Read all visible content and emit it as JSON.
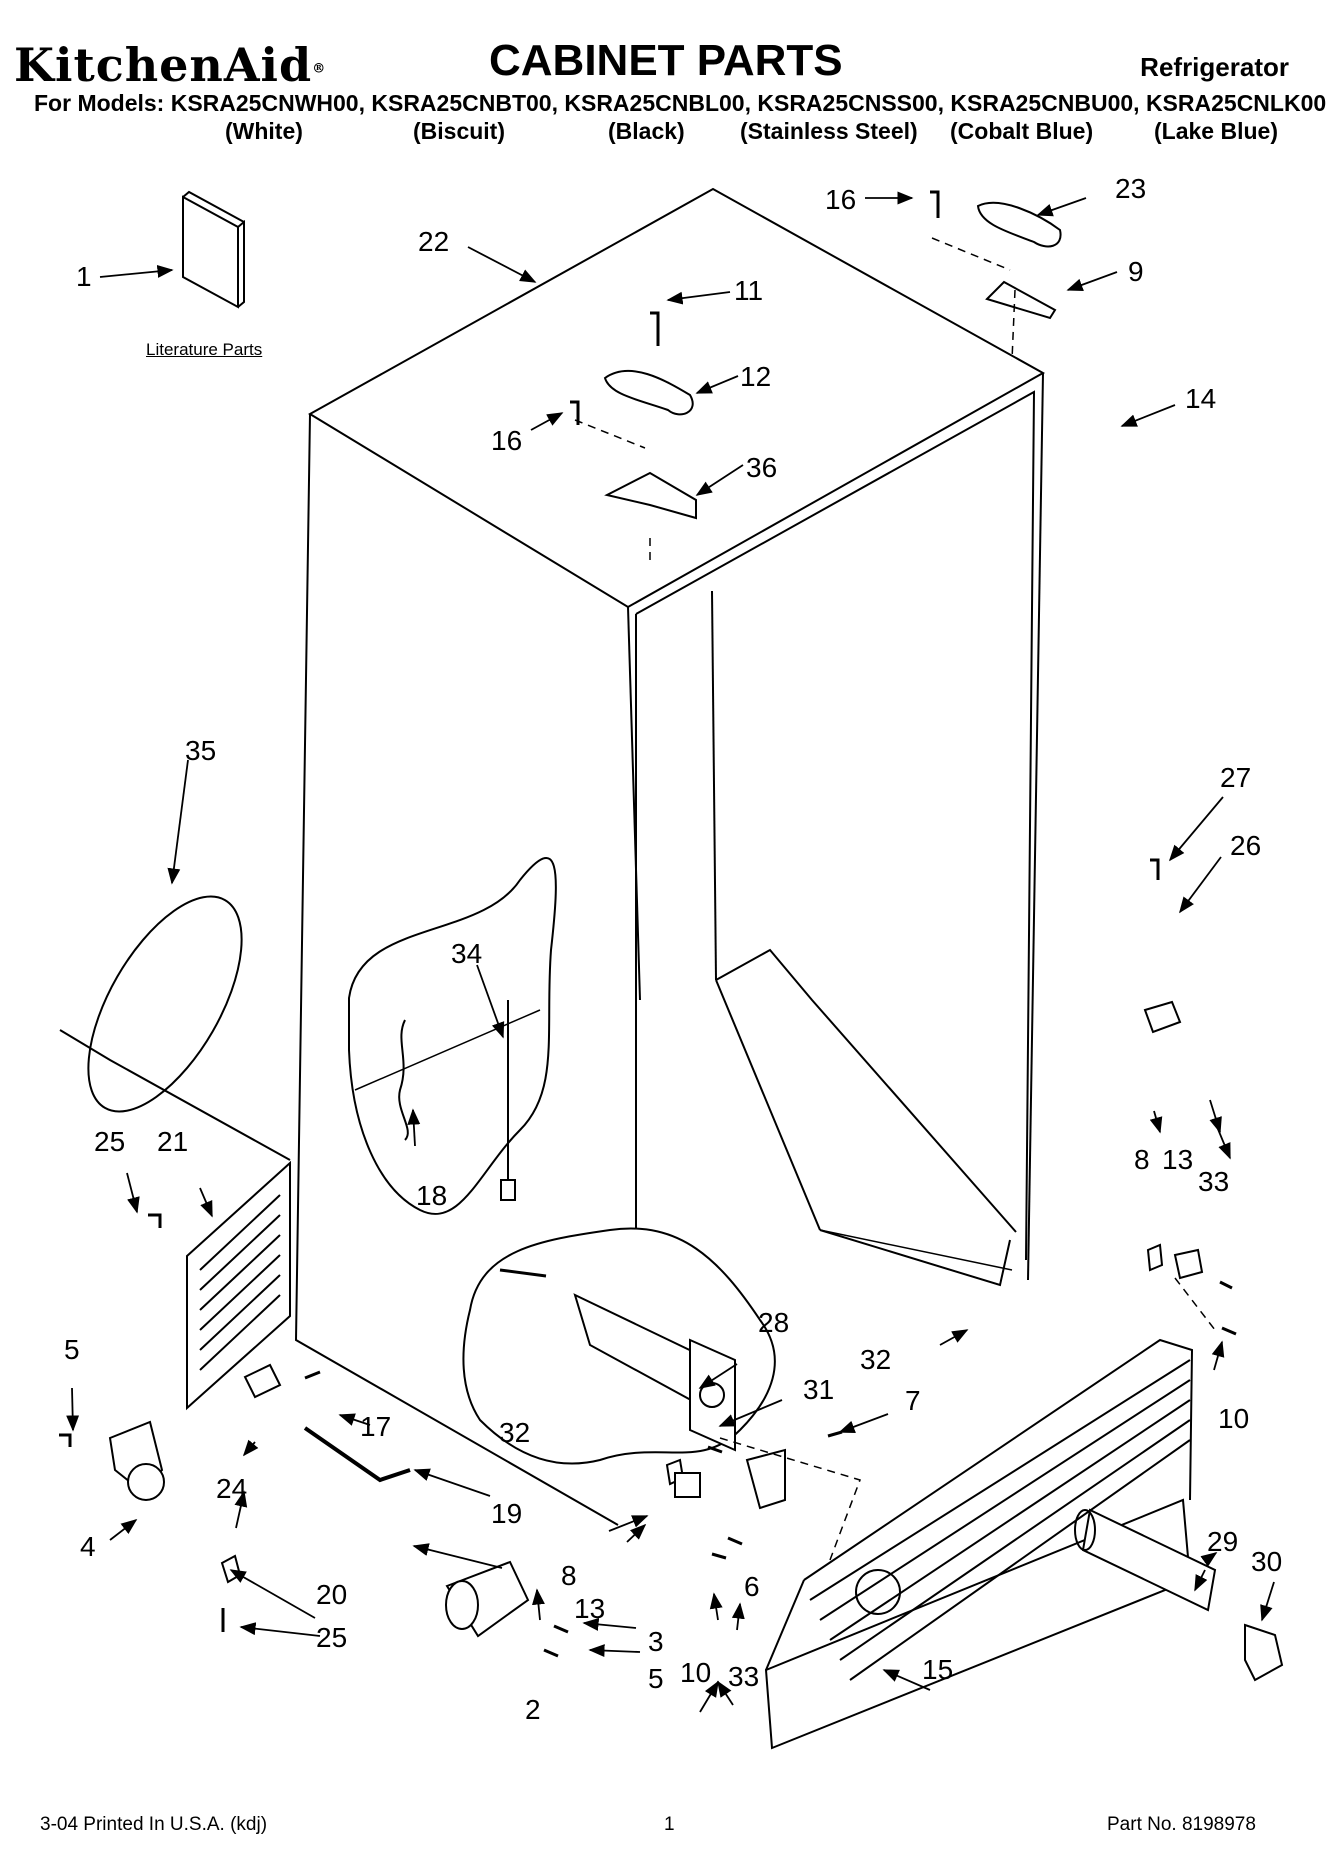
{
  "header": {
    "brand": "KitchenAid",
    "brand_mark": "®",
    "title": "CABINET PARTS",
    "product": "Refrigerator",
    "models_line": "For Models: KSRA25CNWH00, KSRA25CNBT00, KSRA25CNBL00, KSRA25CNSS00, KSRA25CNBU00, KSRA25CNLK00",
    "colors": [
      "(White)",
      "(Biscuit)",
      "(Black)",
      "(Stainless Steel)",
      "(Cobalt Blue)",
      "(Lake Blue)"
    ]
  },
  "diagram": {
    "literature_label": "Literature Parts",
    "callouts": {
      "c1": "1",
      "c2": "2",
      "c3": "3",
      "c4": "4",
      "c5a": "5",
      "c5b": "5",
      "c6": "6",
      "c7": "7",
      "c8a": "8",
      "c8b": "8",
      "c9": "9",
      "c10a": "10",
      "c10b": "10",
      "c11": "11",
      "c12": "12",
      "c13a": "13",
      "c13b": "13",
      "c14": "14",
      "c15": "15",
      "c16a": "16",
      "c16b": "16",
      "c17": "17",
      "c18": "18",
      "c19": "19",
      "c20": "20",
      "c21": "21",
      "c22": "22",
      "c23": "23",
      "c24": "24",
      "c25a": "25",
      "c25b": "25",
      "c26": "26",
      "c27": "27",
      "c28": "28",
      "c29": "29",
      "c30": "30",
      "c31": "31",
      "c32a": "32",
      "c32b": "32",
      "c33a": "33",
      "c33b": "33",
      "c34": "34",
      "c35": "35",
      "c36": "36"
    }
  },
  "footer": {
    "print_info": "3-04 Printed In U.S.A. (kdj)",
    "page_number": "1",
    "part_number": "Part No. 8198978"
  }
}
